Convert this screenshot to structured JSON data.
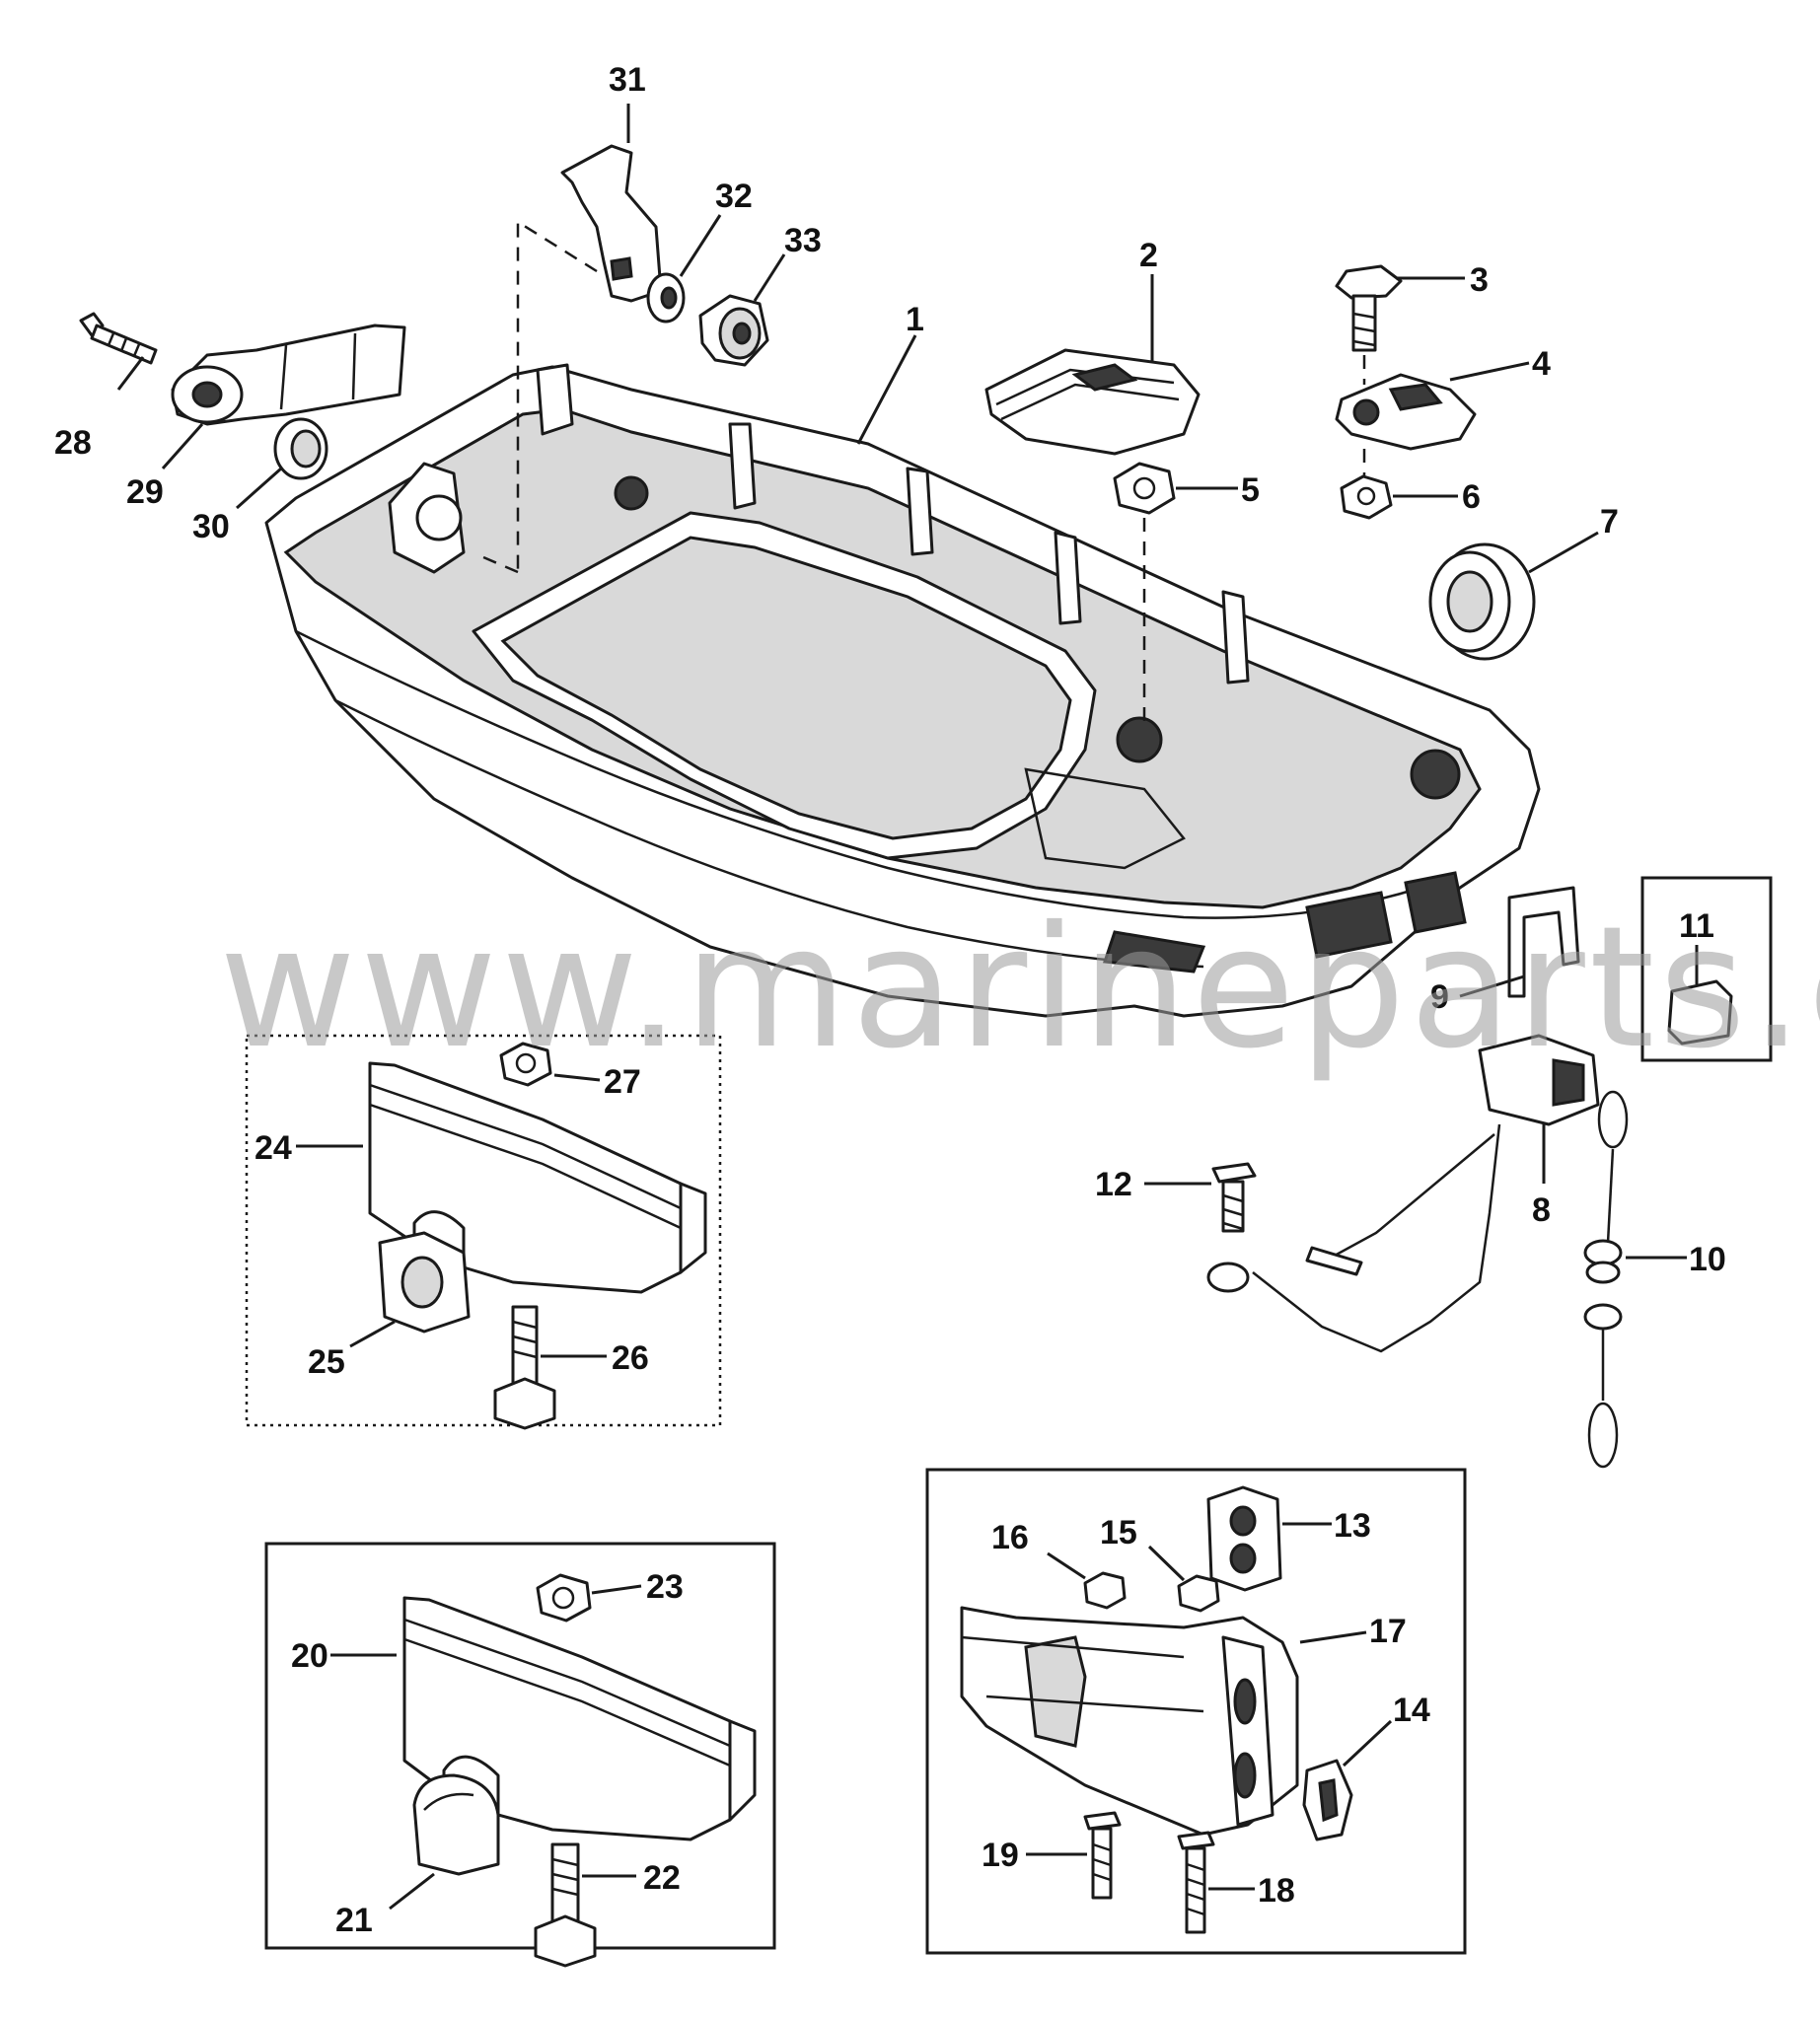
{
  "watermark": "www.marineparts.eu",
  "callouts": {
    "c1": "1",
    "c2": "2",
    "c3": "3",
    "c4": "4",
    "c5": "5",
    "c6": "6",
    "c7": "7",
    "c8": "8",
    "c9": "9",
    "c10": "10",
    "c11": "11",
    "c12": "12",
    "c13": "13",
    "c14": "14",
    "c15": "15",
    "c16": "16",
    "c17": "17",
    "c18": "18",
    "c19": "19",
    "c20": "20",
    "c21": "21",
    "c22": "22",
    "c23": "23",
    "c24": "24",
    "c25": "25",
    "c26": "26",
    "c27": "27",
    "c28": "28",
    "c29": "29",
    "c30": "30",
    "c31": "31",
    "c32": "32",
    "c33": "33"
  }
}
